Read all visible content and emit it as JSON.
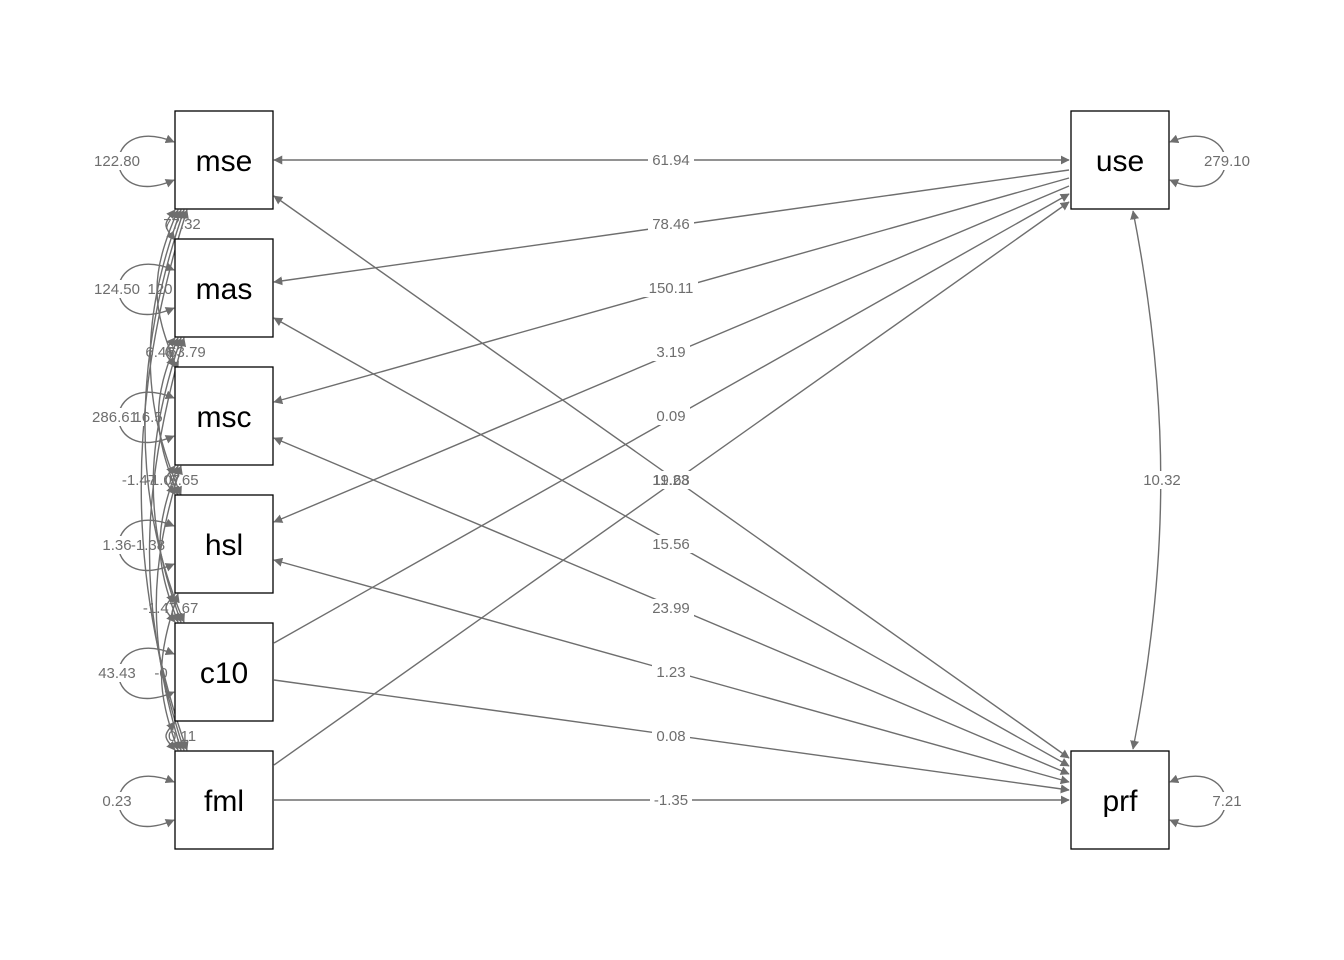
{
  "nodes": {
    "mse": "mse",
    "mas": "mas",
    "msc": "msc",
    "hsl": "hsl",
    "c10": "c10",
    "fml": "fml",
    "use": "use",
    "prf": "prf"
  },
  "paths_to_use": [
    {
      "from": "mse",
      "label": "61.94"
    },
    {
      "from": "mas",
      "label": "78.46"
    },
    {
      "from": "msc",
      "label": "150.11"
    },
    {
      "from": "hsl",
      "label": "3.19"
    },
    {
      "from": "c10",
      "label": "0.09"
    },
    {
      "from": "fml",
      "label": "19.68"
    }
  ],
  "paths_to_prf": [
    {
      "from": "mse",
      "label": "11.23"
    },
    {
      "from": "mas",
      "label": "15.56"
    },
    {
      "from": "msc",
      "label": "23.99"
    },
    {
      "from": "hsl",
      "label": "1.23"
    },
    {
      "from": "c10",
      "label": "0.08"
    },
    {
      "from": "fml",
      "label": "-1.35"
    }
  ],
  "use_prf_covariance": "10.32",
  "variances": {
    "mse": "122.80",
    "mas": "124.50",
    "msc": "286.61",
    "hsl": "1.36",
    "c10": "43.43",
    "fml": "0.23",
    "use": "279.10",
    "prf": "7.21"
  },
  "exogenous_covariance_labels": [
    "77.32",
    "120",
    "6.46",
    "63.79",
    "16.5",
    "-1.47",
    "-1.07",
    "9.65",
    "-1.38",
    "-1.47",
    "67",
    "-0",
    "0.11"
  ]
}
